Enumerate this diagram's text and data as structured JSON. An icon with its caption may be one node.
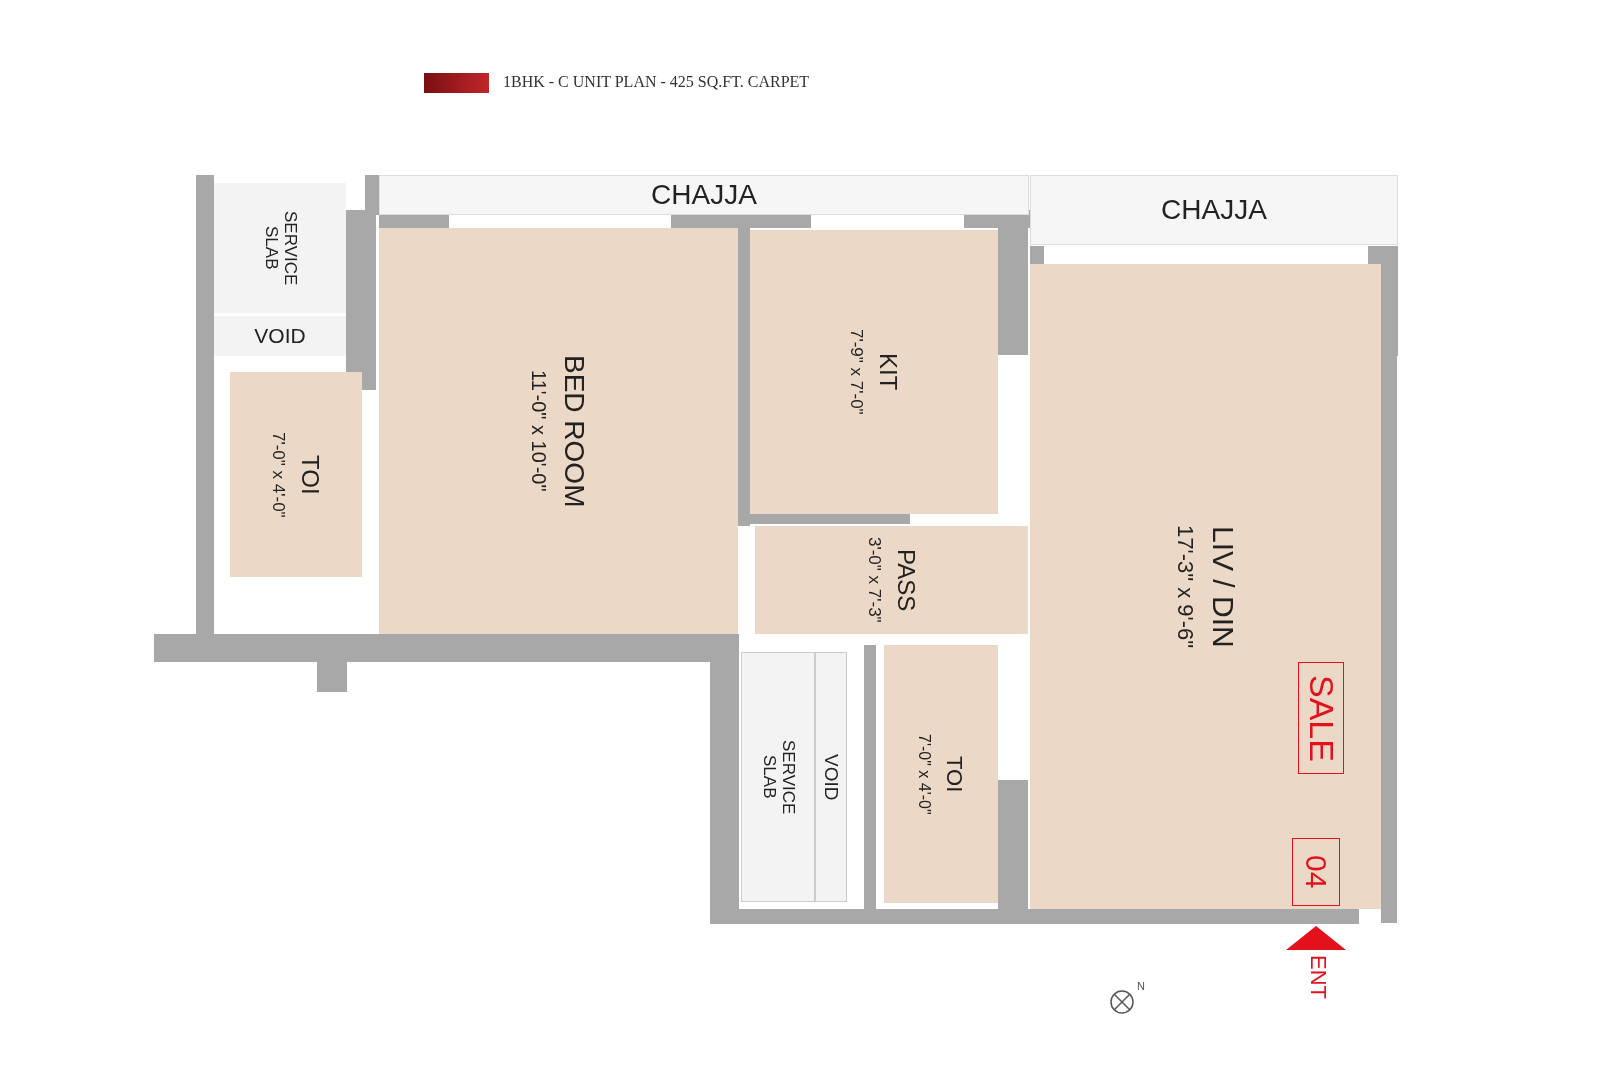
{
  "diagram": {
    "title": "1BHK - C UNIT PLAN - 425 SQ.FT. CARPET",
    "nodes": [
      {
        "text": [
          "CHAJJA"
        ]
      },
      {
        "text": [
          "CHAJJA"
        ]
      },
      {
        "text": [
          "SERVICE SLAB"
        ]
      },
      {
        "text": [
          "VOID"
        ]
      },
      {
        "text": [
          "BED ROOM",
          "11'-0\" x 10'-0\""
        ]
      },
      {
        "text": [
          "TOI",
          "7'-0\" x 4'-0\""
        ]
      },
      {
        "text": [
          "KIT",
          "7'-9\" x 7'-0\""
        ]
      },
      {
        "text": [
          "LIV / DIN",
          "17'-3\" x 9'-6\""
        ]
      },
      {
        "text": [
          "PASS",
          "3'-0\" x 7'-3\""
        ]
      },
      {
        "text": [
          "SALE"
        ],
        "in": 7
      },
      {
        "text": [
          "04"
        ],
        "in": 7
      },
      {
        "text": [
          "TOI",
          "7'-0\" x 4'-0\""
        ]
      },
      {
        "text": [
          "VOID"
        ]
      },
      {
        "text": [
          "SERVICE SLAB"
        ]
      }
    ],
    "labels": [
      "ENT",
      "N"
    ]
  }
}
